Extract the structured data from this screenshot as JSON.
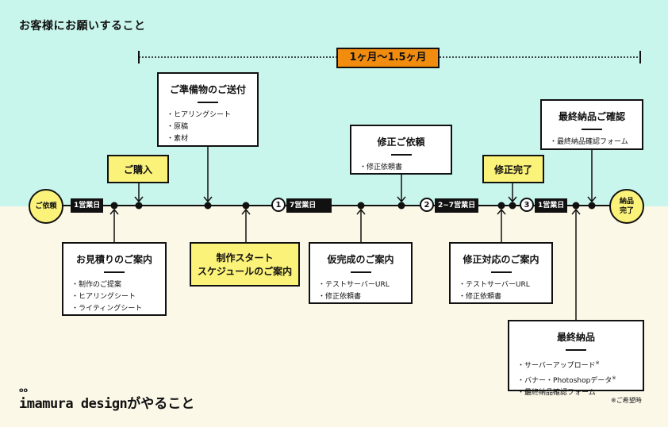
{
  "header": {
    "title": "お客様にお願いすること"
  },
  "duration": {
    "label": "1ヶ月〜1.5ヶ月"
  },
  "colors": {
    "customer_bg": "#c9f6ec",
    "studio_bg": "#fbf8e8",
    "accent_orange": "#f28c0f",
    "highlight_yellow": "#fbf27a"
  },
  "timeline": {
    "start": "ご依頼",
    "end_line1": "納品",
    "end_line2": "完了",
    "badges": [
      "1営業日",
      "7営業日",
      "2~7営業日",
      "1営業日"
    ],
    "numbers": [
      "1",
      "2",
      "3"
    ]
  },
  "customer_tasks": {
    "purchase": "ご購入",
    "materials": {
      "title": "ご準備物のご送付",
      "items": [
        "ヒアリングシート",
        "原稿",
        "素材"
      ]
    },
    "revision_request": {
      "title": "修正ご依頼",
      "items": [
        "修正依頼書"
      ]
    },
    "revision_done": "修正完了",
    "final_check": {
      "title": "最終納品ご確認",
      "items": [
        "最終納品確認フォーム"
      ]
    }
  },
  "studio_tasks": {
    "quote": {
      "title": "お見積りのご案内",
      "items": [
        "制作のご提案",
        "ヒアリングシート",
        "ライティングシート"
      ]
    },
    "kickoff": {
      "line1": "制作スタート",
      "line2": "スケジュールのご案内"
    },
    "draft": {
      "title": "仮完成のご案内",
      "items": [
        "テストサーバーURL",
        "修正依頼書"
      ]
    },
    "revision": {
      "title": "修正対応のご案内",
      "items": [
        "テストサーバーURL",
        "修正依頼書"
      ]
    },
    "final": {
      "title": "最終納品",
      "items": [
        "サーバーアップロード",
        "バナー・Photoshopデータ",
        "最終納品確認フォーム"
      ],
      "note_mark": "※"
    }
  },
  "footer": {
    "brand": "imamura design",
    "suffix": "がやること",
    "footnote": "※ご希望時"
  }
}
